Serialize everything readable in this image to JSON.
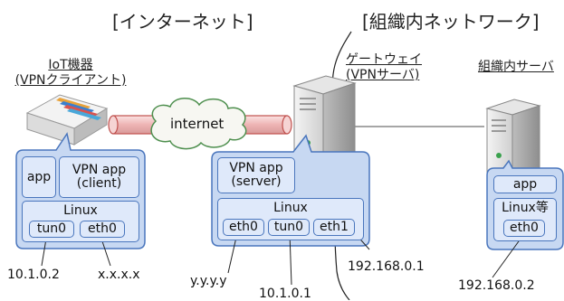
{
  "headings": {
    "internet": "[インターネット]",
    "intranet": "[組織内ネットワーク]"
  },
  "devices": {
    "iot": {
      "line1": "IoT機器",
      "line2": "(VPNクライアント)"
    },
    "gateway": {
      "line1": "ゲートウェイ",
      "line2": "(VPNサーバ)"
    },
    "server": {
      "line1": "組織内サーバ"
    }
  },
  "cloud_label": "internet",
  "iot_stack": {
    "app": "app",
    "vpn_app": {
      "line1": "VPN app",
      "line2": "(client)"
    },
    "os": "Linux",
    "ifaces": [
      "tun0",
      "eth0"
    ]
  },
  "gateway_stack": {
    "vpn_app": {
      "line1": "VPN app",
      "line2": "(server)"
    },
    "os": "Linux",
    "ifaces": [
      "eth0",
      "tun0",
      "eth1"
    ]
  },
  "server_stack": {
    "app": "app",
    "os": "Linux等",
    "ifaces": [
      "eth0"
    ]
  },
  "addresses": {
    "iot_tun0": "10.1.0.2",
    "iot_eth0": "x.x.x.x",
    "gw_eth0": "y.y.y.y",
    "gw_tun0": "10.1.0.1",
    "gw_eth1": "192.168.0.1",
    "srv_eth0": "192.168.0.2"
  },
  "colors": {
    "panel_fill": "#c7d8f2",
    "panel_stroke": "#4a76bd",
    "tag_fill": "#dfe9fa",
    "tunnel_fill": "#f2c9c9",
    "tunnel_stroke": "#c0504d"
  }
}
